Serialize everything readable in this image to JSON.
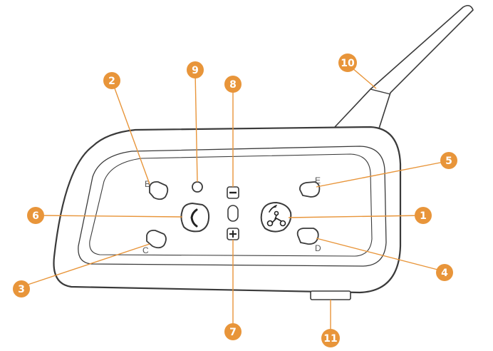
{
  "diagram": {
    "accent_color": "#E8953A",
    "outline_color": "#3a3a3a",
    "button_letters": {
      "B": "B",
      "C": "C",
      "D": "D",
      "E": "E"
    },
    "callouts": {
      "c1": "1",
      "c2": "2",
      "c3": "3",
      "c4": "4",
      "c5": "5",
      "c6": "6",
      "c7": "7",
      "c8": "8",
      "c9": "9",
      "c10": "10",
      "c11": "11"
    },
    "icons": {
      "phone": "phone-icon",
      "rider": "motorcycle-rider-icon",
      "minus": "minus-icon",
      "plus": "plus-icon"
    }
  }
}
